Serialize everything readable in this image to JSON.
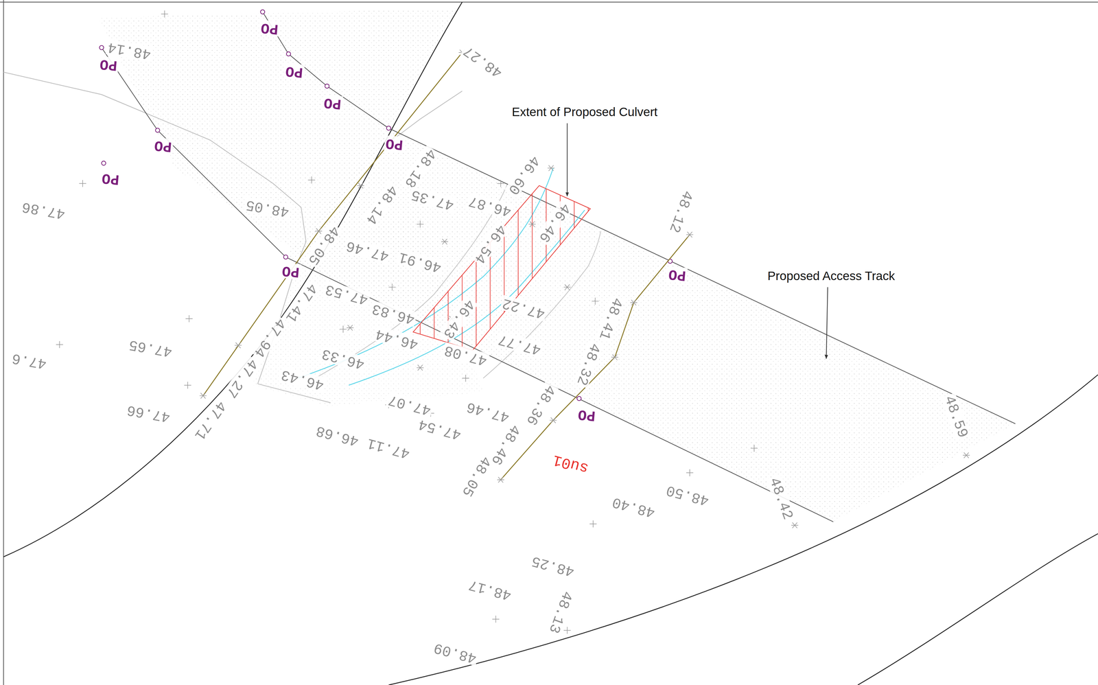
{
  "diagram": {
    "labels": [
      "Extent of Proposed Culvert",
      "Proposed Access Track",
      "su01",
      "PO",
      "PO",
      "PO",
      "PO",
      "PO",
      "PO",
      "PO",
      "PO",
      "PO",
      "PO",
      "48.14",
      "48.27",
      "47.86",
      "48.05",
      "48.18",
      "48.14",
      "48.05",
      "47.41",
      "47.94",
      "47.27",
      "47.71",
      "47.65",
      "47.66",
      "47.6",
      "46.60",
      "47.35",
      "46.87",
      "46.46",
      "46.54",
      "46.43",
      "47.46",
      "46.91",
      "47.53",
      "46.83",
      "46.44",
      "46.33",
      "46.43",
      "47.22",
      "47.77",
      "47.08",
      "47.07",
      "46.68",
      "47.11",
      "47.54",
      "47.46",
      "48.05",
      "48.46",
      "48.36",
      "48.32",
      "48.41",
      "48.12",
      "48.59",
      "48.42",
      "48.40",
      "48.50",
      "48.25",
      "48.17",
      "48.13",
      "48.09"
    ]
  }
}
